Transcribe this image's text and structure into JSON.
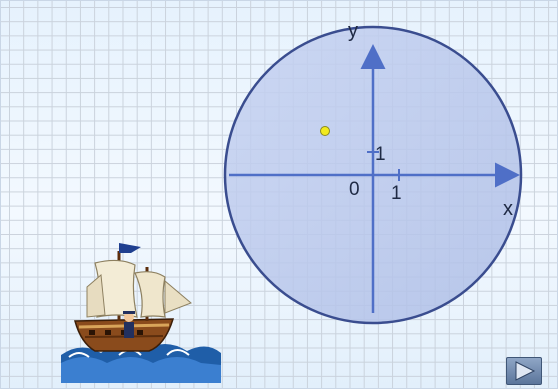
{
  "plot": {
    "x_axis_label": "x",
    "y_axis_label": "y",
    "origin_label": "0",
    "x_tick_label": "1",
    "y_tick_label": "1"
  },
  "colors": {
    "circle_fill": "#b9c8ea",
    "circle_stroke": "#3a4d8f",
    "axis": "#4f6fc7",
    "point": "#f2ea1e"
  },
  "controls": {
    "next_icon": "play-triangle-icon"
  }
}
